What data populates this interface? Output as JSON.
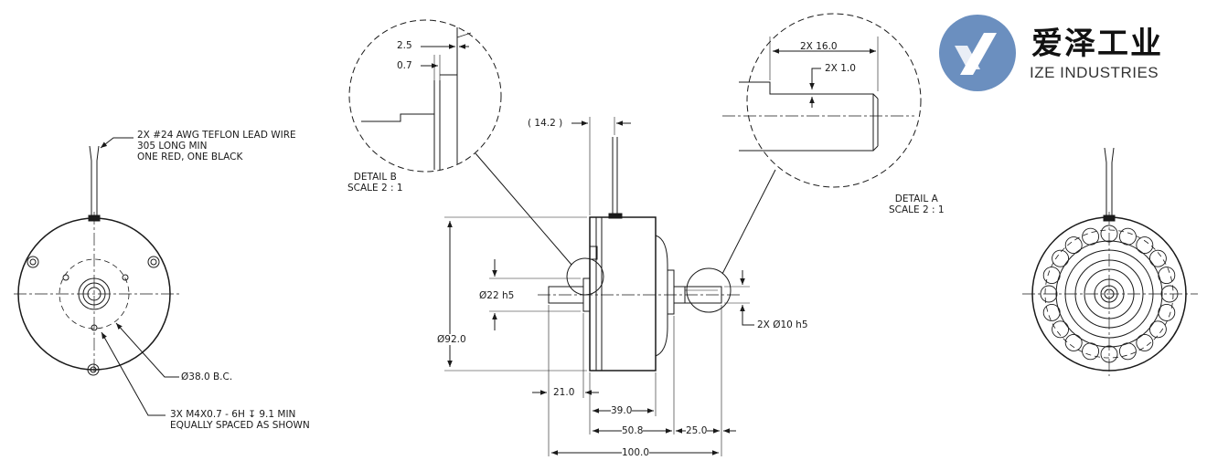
{
  "brand": {
    "cn_name": "爱泽工业",
    "en_name": "IZE INDUSTRIES",
    "logo_color": "#6b8fbf"
  },
  "labels": {
    "lead_wire": "2X #24 AWG TEFLON LEAD WIRE\n305 LONG MIN\nONE RED, ONE BLACK",
    "bolt_circle": "Ø38.0 B.C.",
    "holes": "3X M4X0.7 - 6H ↧ 9.1 MIN\nEQUALLY SPACED AS SHOWN",
    "detail_b": "DETAIL B\nSCALE 2 : 1",
    "detail_a": "DETAIL A\nSCALE 2 : 1"
  },
  "dimensions": {
    "d_2_5": "2.5",
    "d_0_7": "0.7",
    "d_14_2": "( 14.2 )",
    "d_2x_16": "2X 16.0",
    "d_2x_1": "2X 1.0",
    "d_22": "Ø22 h5",
    "d_92": "Ø92.0",
    "d_2x_10": "2X Ø10 h5",
    "d_21": "21.0",
    "d_39": "39.0",
    "d_50_8": "50.8",
    "d_25": "25.0",
    "d_100": "100.0"
  },
  "colors": {
    "line": "#1a1a1a"
  }
}
